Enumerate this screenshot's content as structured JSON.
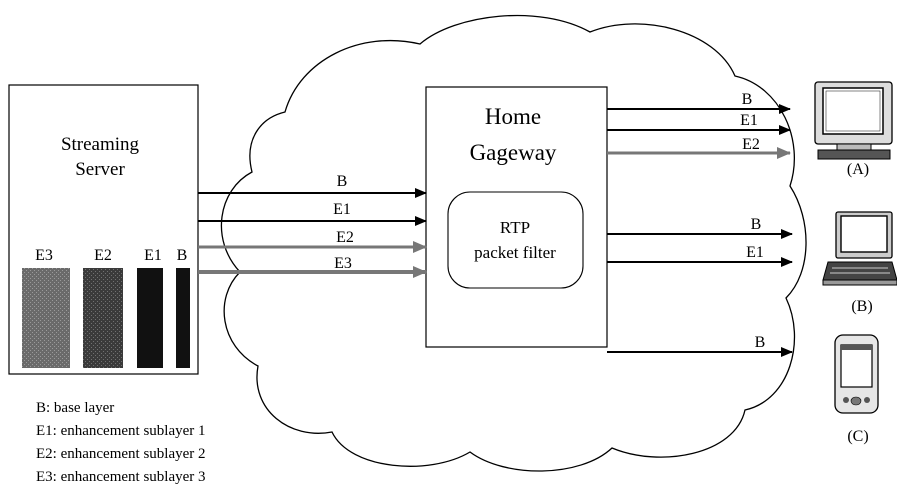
{
  "server": {
    "title_line1": "Streaming",
    "title_line2": "Server",
    "layer_labels": [
      "E3",
      "E2",
      "E1",
      "B"
    ]
  },
  "gateway": {
    "title_line1": "Home",
    "title_line2": "Gageway",
    "filter_line1": "RTP",
    "filter_line2": "packet filter"
  },
  "streams_in": [
    {
      "label": "B",
      "style": "solid"
    },
    {
      "label": "E1",
      "style": "solid"
    },
    {
      "label": "E2",
      "style": "gray"
    },
    {
      "label": "E3",
      "style": "gray"
    }
  ],
  "clients": [
    {
      "label": "(A)",
      "device": "desktop-computer-icon",
      "streams": [
        {
          "label": "B",
          "style": "solid"
        },
        {
          "label": "E1",
          "style": "solid"
        },
        {
          "label": "E2",
          "style": "gray"
        }
      ]
    },
    {
      "label": "(B)",
      "device": "laptop-icon",
      "streams": [
        {
          "label": "B",
          "style": "solid"
        },
        {
          "label": "E1",
          "style": "solid"
        }
      ]
    },
    {
      "label": "(C)",
      "device": "pda-icon",
      "streams": [
        {
          "label": "B",
          "style": "solid"
        }
      ]
    }
  ],
  "legend": [
    "B: base layer",
    "E1: enhancement sublayer 1",
    "E2: enhancement sublayer 2",
    "E3: enhancement sublayer 3"
  ]
}
